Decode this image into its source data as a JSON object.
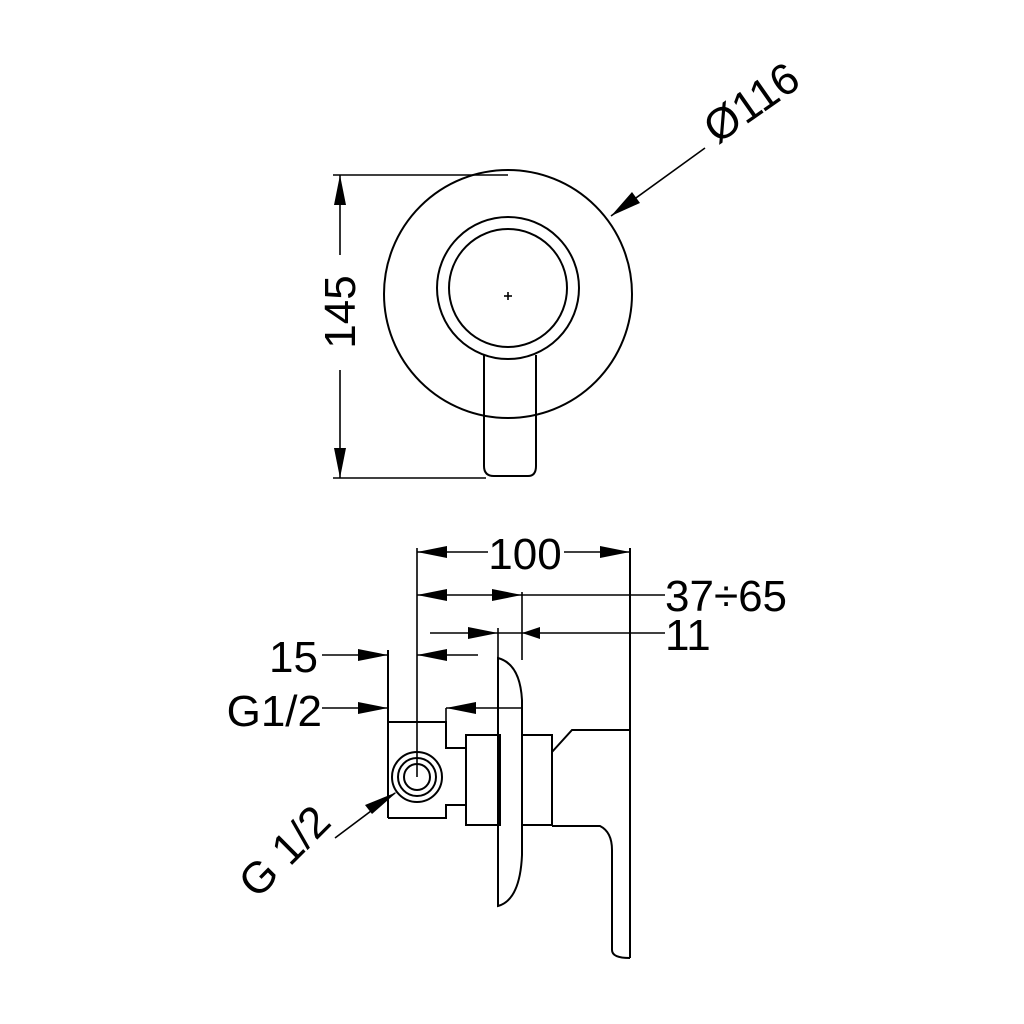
{
  "dimensions": {
    "diameter": "Ø116",
    "height": "145",
    "depth_total": "100",
    "depth_range": "37÷65",
    "plate_thickness": "11",
    "offset": "15",
    "thread_upper": "G1/2",
    "thread_lower": "G 1/2"
  }
}
